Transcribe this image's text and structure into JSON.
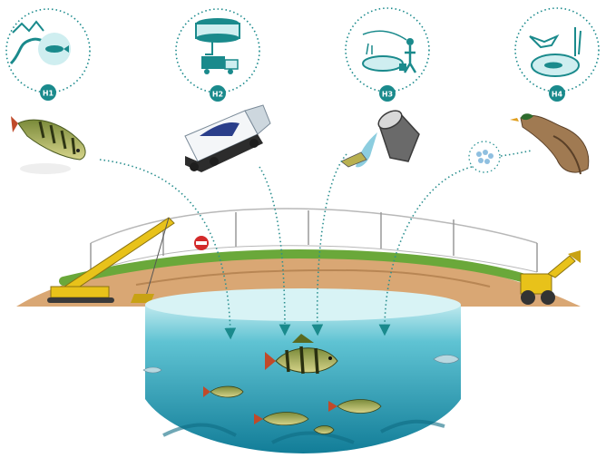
{
  "hypotheses": [
    {
      "label": "H1",
      "icon": "river-migration-icon"
    },
    {
      "label": "H2",
      "icon": "fish-stocking-truck-icon"
    },
    {
      "label": "H3",
      "icon": "angler-bait-bucket-icon"
    },
    {
      "label": "H4",
      "icon": "waterbird-transport-icon"
    }
  ],
  "colors": {
    "teal": "#1a8a8c",
    "dotted": "#2b8f8f",
    "water_top": "#cfeef0",
    "water_deep": "#1a8fa8",
    "grass": "#6aa83a",
    "soil": "#d9a774",
    "crane": "#e8c21a"
  }
}
